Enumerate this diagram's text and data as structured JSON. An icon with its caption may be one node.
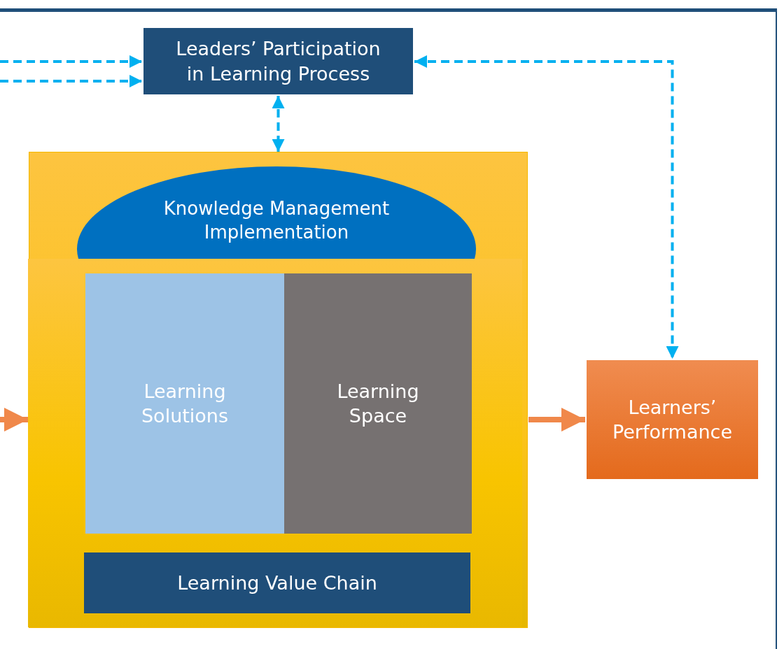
{
  "diagram": {
    "nodes": [
      {
        "text": [
          "Leaders’ Participation in Learning Process"
        ]
      },
      {
        "text": [],
        "shape": "box"
      },
      {
        "text": [
          "Knowledge Management Implementation"
        ],
        "in": 1
      },
      {
        "text": [
          "Learning Solutions"
        ],
        "in": 1
      },
      {
        "text": [
          "Learning Space"
        ],
        "in": 1
      },
      {
        "text": [
          "Learning Value Chain"
        ],
        "in": 1
      },
      {
        "text": [
          "Learners’ Performance"
        ]
      }
    ],
    "edges": [
      {
        "from": null,
        "to": 0,
        "arrow": "to",
        "style": "dashed"
      },
      {
        "from": null,
        "to": 0,
        "arrow": "to",
        "style": "dashed"
      },
      {
        "from": 0,
        "to": 1,
        "arrow": "both",
        "style": "dashed"
      },
      {
        "from": 0,
        "to": 6,
        "arrow": "both",
        "style": "dashed"
      },
      {
        "from": null,
        "to": 1,
        "arrow": "to",
        "style": "thick",
        "color": "#f0884a"
      },
      {
        "from": 1,
        "to": 6,
        "arrow": "to",
        "style": "thick",
        "color": "#f0884a"
      }
    ]
  }
}
